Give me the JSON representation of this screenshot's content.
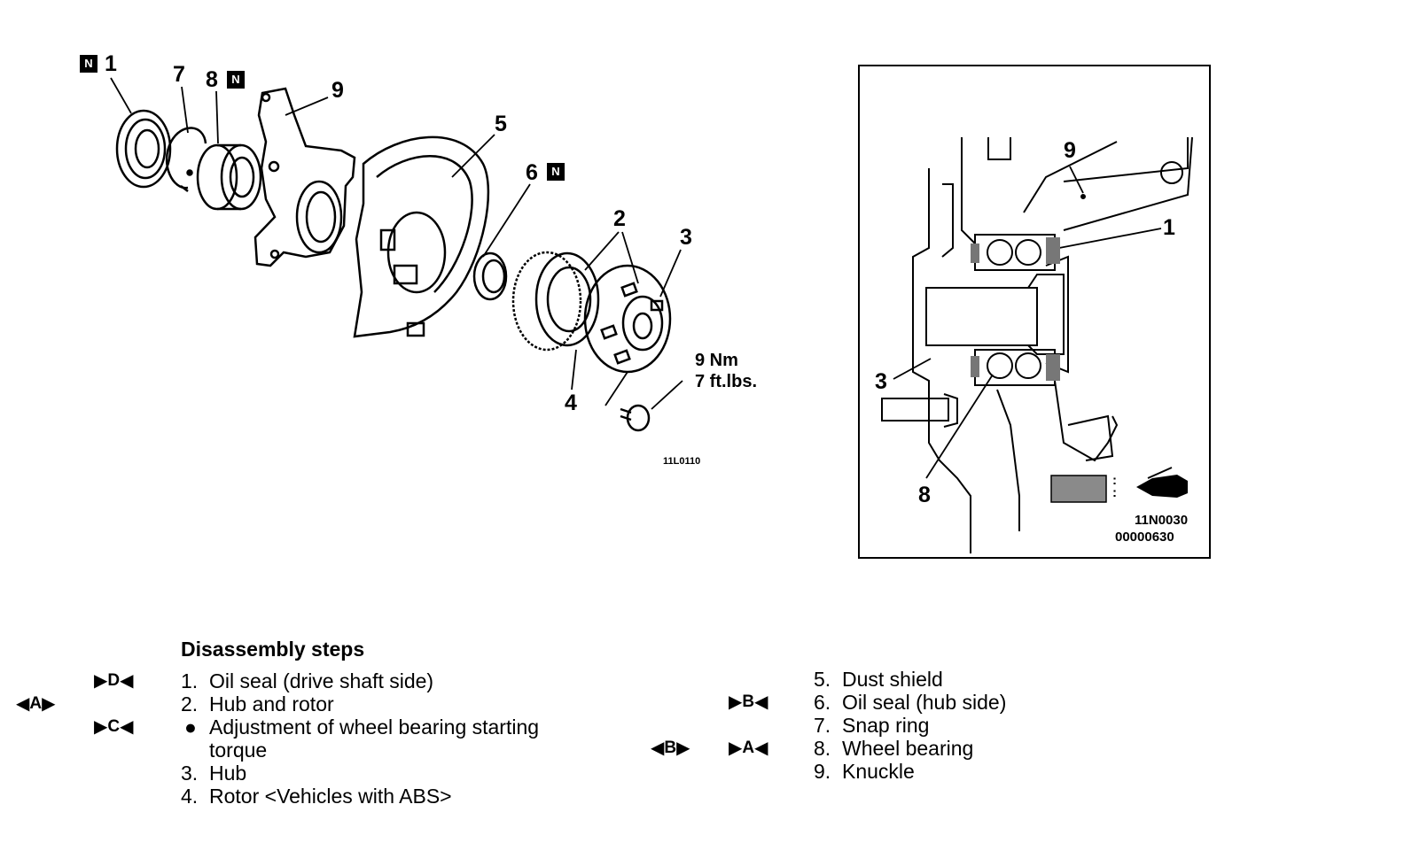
{
  "exploded_view": {
    "callouts": [
      {
        "id": "c1",
        "text": "1",
        "new_part": true
      },
      {
        "id": "c7",
        "text": "7"
      },
      {
        "id": "c8",
        "text": "8",
        "new_part": true
      },
      {
        "id": "c9",
        "text": "9"
      },
      {
        "id": "c5",
        "text": "5"
      },
      {
        "id": "c6",
        "text": "6",
        "new_part": true
      },
      {
        "id": "c2",
        "text": "2"
      },
      {
        "id": "c3",
        "text": "3"
      },
      {
        "id": "c4",
        "text": "4"
      }
    ],
    "new_part_mark": "N",
    "torque": {
      "metric": "9 Nm",
      "imperial": "7 ft.lbs."
    },
    "figure_code": "11L0110"
  },
  "section_view": {
    "callouts": [
      {
        "id": "s9",
        "text": "9"
      },
      {
        "id": "s1",
        "text": "1"
      },
      {
        "id": "s3",
        "text": "3"
      },
      {
        "id": "s8",
        "text": "8"
      }
    ],
    "legend_separator": ":",
    "figure_codes": [
      "11N0030",
      "00000630"
    ]
  },
  "disassembly": {
    "heading": "Disassembly steps",
    "left_steps": [
      {
        "num": "1.",
        "text": "Oil seal (drive shaft side)"
      },
      {
        "num": "2.",
        "text": "Hub and rotor"
      },
      {
        "num": "●",
        "text": "Adjustment of wheel bearing starting"
      },
      {
        "num": "",
        "text": "torque"
      },
      {
        "num": "3.",
        "text": "Hub"
      },
      {
        "num": "4.",
        "text": "Rotor <Vehicles with ABS>"
      }
    ],
    "right_steps": [
      {
        "num": "5.",
        "text": "Dust shield"
      },
      {
        "num": "6.",
        "text": "Oil seal (hub side)"
      },
      {
        "num": "7.",
        "text": "Snap ring"
      },
      {
        "num": "8.",
        "text": "Wheel bearing"
      },
      {
        "num": "9.",
        "text": "Knuckle"
      }
    ],
    "removal_marks": [
      {
        "text": "A"
      },
      {
        "text": "B"
      }
    ],
    "installation_marks": [
      {
        "text": "D"
      },
      {
        "text": "C"
      },
      {
        "text": "B"
      },
      {
        "text": "A"
      }
    ]
  }
}
